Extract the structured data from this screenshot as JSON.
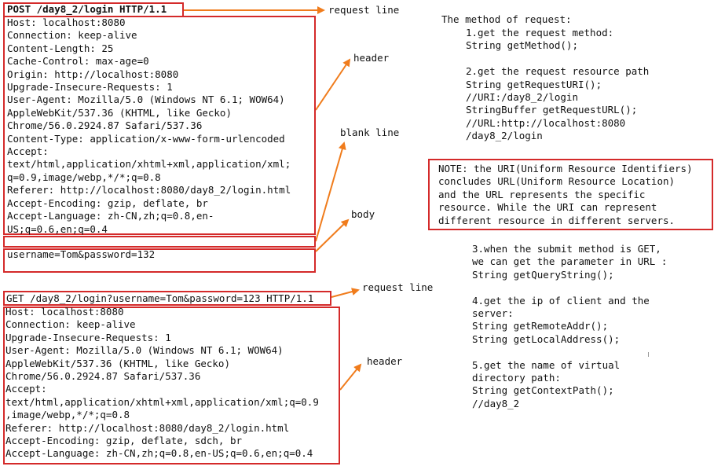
{
  "colors": {
    "box": "#d42a2a",
    "arrow": "#f07c1c"
  },
  "labels": {
    "request_line": "request line",
    "header": "header",
    "blank_line": "blank line",
    "body": "body"
  },
  "post_request": {
    "request_line": "POST /day8_2/login HTTP/1.1",
    "headers": [
      "Host: localhost:8080",
      "Connection: keep-alive",
      "Content-Length: 25",
      "Cache-Control: max-age=0",
      "Origin: http://localhost:8080",
      "Upgrade-Insecure-Requests: 1",
      "User-Agent: Mozilla/5.0 (Windows NT 6.1; WOW64)",
      "AppleWebKit/537.36 (KHTML, like Gecko)",
      "Chrome/56.0.2924.87 Safari/537.36",
      "Content-Type: application/x-www-form-urlencoded",
      "Accept:",
      "text/html,application/xhtml+xml,application/xml;",
      "q=0.9,image/webp,*/*;q=0.8",
      "Referer: http://localhost:8080/day8_2/login.html",
      "Accept-Encoding: gzip, deflate, br",
      "Accept-Language: zh-CN,zh;q=0.8,en-",
      "US;q=0.6,en;q=0.4"
    ],
    "body": "username=Tom&password=132"
  },
  "get_request": {
    "request_line": "GET /day8_2/login?username=Tom&password=123 HTTP/1.1",
    "headers": [
      "Host: localhost:8080",
      "Connection: keep-alive",
      "Upgrade-Insecure-Requests: 1",
      "User-Agent: Mozilla/5.0 (Windows NT 6.1; WOW64)",
      "AppleWebKit/537.36 (KHTML, like Gecko)",
      "Chrome/56.0.2924.87 Safari/537.36",
      "Accept:",
      "text/html,application/xhtml+xml,application/xml;q=0.9",
      ",image/webp,*/*;q=0.8",
      "Referer: http://localhost:8080/day8_2/login.html",
      "Accept-Encoding: gzip, deflate, sdch, br",
      "Accept-Language: zh-CN,zh;q=0.8,en-US;q=0.6,en;q=0.4"
    ]
  },
  "notes": {
    "title": "The method of request:",
    "group1": [
      "1.get the request method:",
      "String getMethod();",
      "",
      "2.get the request resource path",
      "String getRequestURI();",
      "//URI:/day8_2/login",
      "StringBuffer getRequestURL();",
      "//URL:http://localhost:8080",
      "/day8_2/login"
    ],
    "note_box": [
      "NOTE: the URI(Uniform Resource Identifiers)",
      "concludes URL(Uniform Resource Location)",
      "and the URL represents the specific",
      "resource. While the URI can represent",
      "different resource in different servers."
    ],
    "group2": [
      "3.when the submit method is GET,",
      "we can get the parameter in URL :",
      "String getQueryString();",
      "",
      "4.get the ip of client and the",
      "server:",
      "String getRemoteAddr();",
      "String getLocalAddress();",
      "",
      "5.get the name of virtual",
      "directory path:",
      "String getContextPath();",
      "//day8_2"
    ]
  }
}
